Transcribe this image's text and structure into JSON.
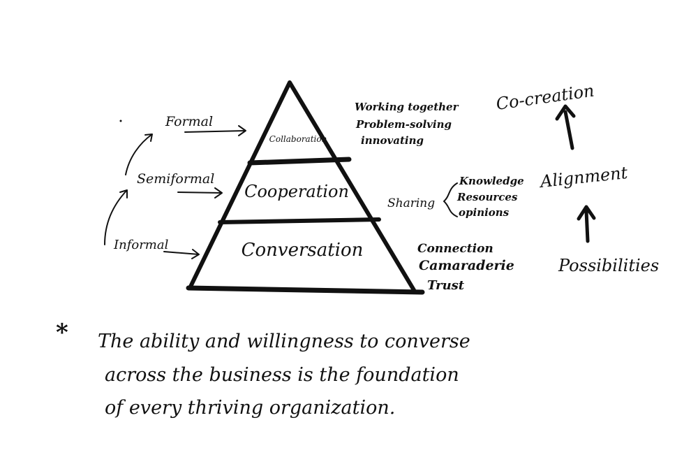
{
  "pyramid": {
    "tiers": [
      {
        "label": "Collaboration"
      },
      {
        "label": "Cooperation"
      },
      {
        "label": "Conversation"
      }
    ]
  },
  "left_levels": [
    {
      "label": "Formal"
    },
    {
      "label": "Semiformal"
    },
    {
      "label": "Informal"
    }
  ],
  "right_notes": {
    "collaboration": [
      "Working together",
      "Problem-solving",
      "innovating"
    ],
    "cooperation_lead": "Sharing",
    "cooperation": [
      "Knowledge",
      "Resources",
      "opinions"
    ],
    "conversation": [
      "Connection",
      "Camaraderie",
      "Trust"
    ]
  },
  "progression": [
    "Co-creation",
    "Alignment",
    "Possibilities"
  ],
  "footnote": {
    "marker": "*",
    "lines": [
      "The ability and willingness to converse",
      "across the business is the foundation",
      "of every thriving organization."
    ]
  }
}
